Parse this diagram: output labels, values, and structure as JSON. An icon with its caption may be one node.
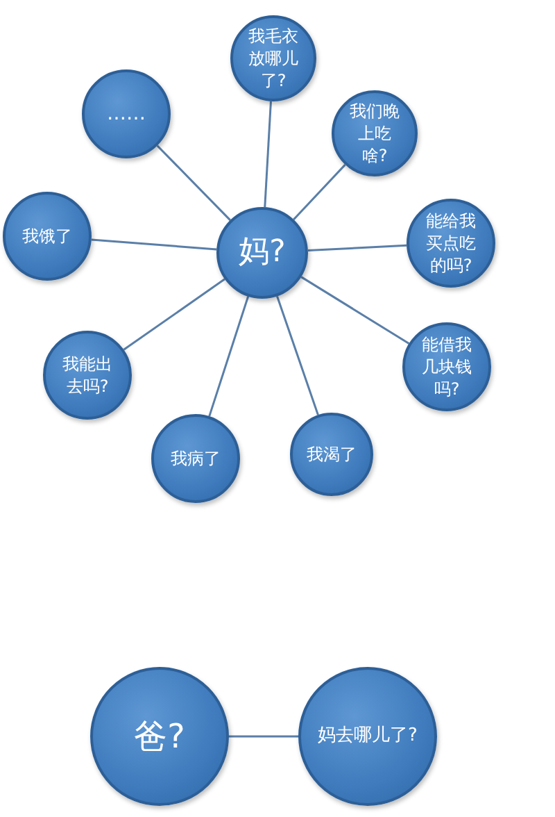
{
  "diagram": {
    "nodes": [
      {
        "text": [
          "妈?"
        ]
      },
      {
        "text": [
          "我毛衣放哪儿了?"
        ]
      },
      {
        "text": [
          "我们晚上吃啥?"
        ]
      },
      {
        "text": [
          "能给我买点吃的吗?"
        ]
      },
      {
        "text": [
          "能借我几块钱吗?"
        ]
      },
      {
        "text": [
          "我渴了"
        ]
      },
      {
        "text": [
          "我病了"
        ]
      },
      {
        "text": [
          "我能出去吗?"
        ]
      },
      {
        "text": [
          "我饿了"
        ]
      },
      {
        "text": [
          "……"
        ]
      },
      {
        "text": [
          "爸?"
        ]
      },
      {
        "text": [
          "妈去哪儿了?"
        ]
      }
    ],
    "edges": [
      {
        "from": 0,
        "to": 1,
        "arrow": "none"
      },
      {
        "from": 0,
        "to": 2,
        "arrow": "none"
      },
      {
        "from": 0,
        "to": 3,
        "arrow": "none"
      },
      {
        "from": 0,
        "to": 4,
        "arrow": "none"
      },
      {
        "from": 0,
        "to": 5,
        "arrow": "none"
      },
      {
        "from": 0,
        "to": 6,
        "arrow": "none"
      },
      {
        "from": 0,
        "to": 7,
        "arrow": "none"
      },
      {
        "from": 0,
        "to": 8,
        "arrow": "none"
      },
      {
        "from": 0,
        "to": 9,
        "arrow": "none"
      },
      {
        "from": 10,
        "to": 11,
        "arrow": "none"
      }
    ]
  }
}
